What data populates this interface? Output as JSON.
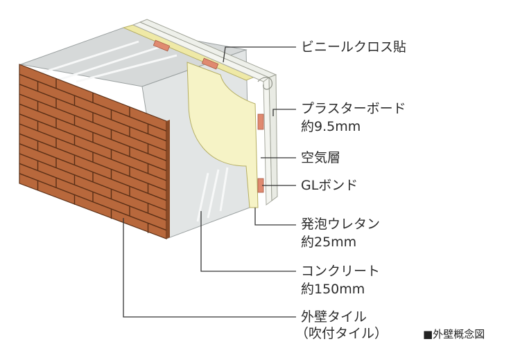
{
  "labels": {
    "vinyl_cloth": "ビニールクロス貼",
    "plasterboard": "プラスターボード",
    "plasterboard_thickness": "約9.5mm",
    "air_layer": "空気層",
    "gl_bond": "GLボンド",
    "urethane_foam": "発泡ウレタン",
    "urethane_thickness": "約25mm",
    "concrete": "コンクリート",
    "concrete_thickness": "約150mm",
    "exterior_tile": "外壁タイル",
    "exterior_tile_note": "（吹付タイル）"
  },
  "caption": {
    "marker": "■",
    "text": "外壁概念図"
  },
  "colors": {
    "brick": "#b8683c",
    "mortar": "#5a2f16",
    "concrete": "#dfe2e2",
    "foam": "#f6f3c6",
    "bond": "#e08a70",
    "leader": "#333333"
  }
}
